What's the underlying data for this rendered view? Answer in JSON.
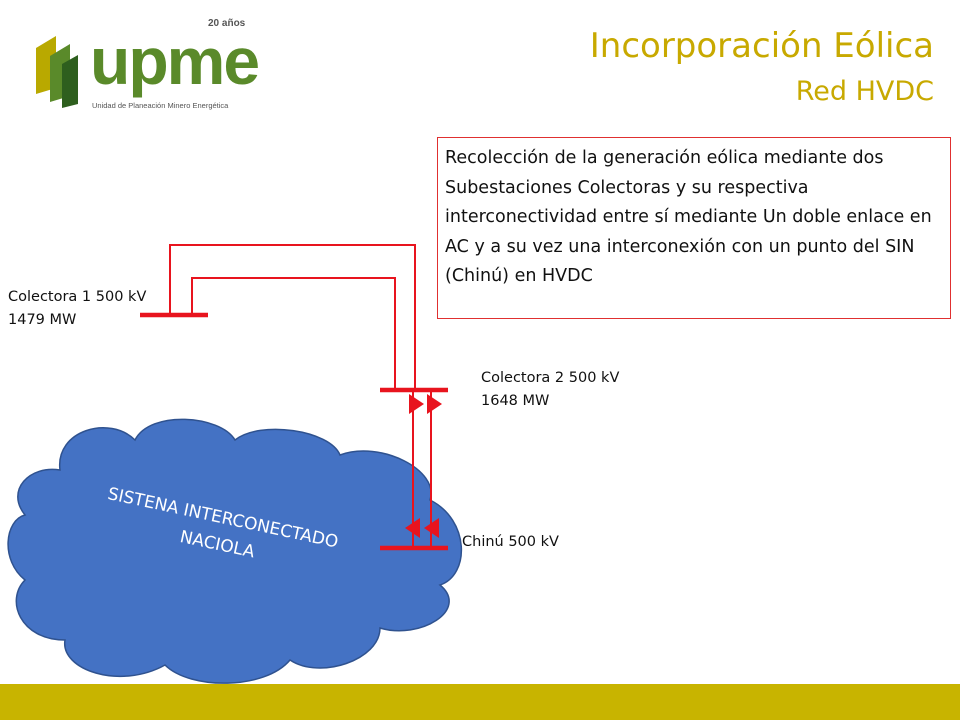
{
  "logo": {
    "wordmark": "upme",
    "anniversary": "20 años",
    "tagline": "Unidad de Planeación Minero Energética"
  },
  "title": {
    "main": "Incorporación Eólica",
    "sub": "Red HVDC"
  },
  "info_box": {
    "text": "Recolección de la generación eólica mediante dos Subestaciones Colectoras y su respectiva interconectividad entre sí mediante Un doble enlace en AC y a su vez una interconexión con un punto del SIN (Chinú) en HVDC"
  },
  "nodes": {
    "colectora1": {
      "name": "Colectora 1 500 kV",
      "power": "1479 MW"
    },
    "colectora2": {
      "name": "Colectora 2 500 kV",
      "power": "1648 MW"
    },
    "chinu": {
      "name": "Chinú 500 kV"
    }
  },
  "cloud": {
    "text_line1": "SISTENA INTERCONECTADO",
    "text_line2": "NACIOLA"
  },
  "colors": {
    "brand_green": "#5a8a2a",
    "brand_gold": "#c8a900",
    "line_red": "#e8141e",
    "cloud_fill": "#4472c4",
    "cloud_stroke": "#2f528f",
    "footer": "#c8b400"
  }
}
